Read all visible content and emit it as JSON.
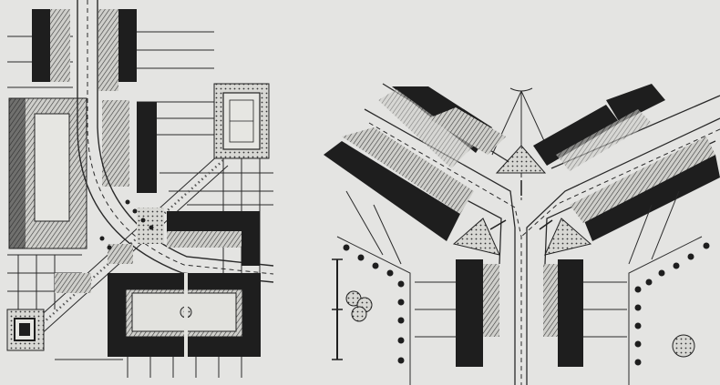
{
  "figure": {
    "panels": [
      {
        "id": "left-plan",
        "kind": "site-plan-curved-road"
      },
      {
        "id": "right-plan",
        "kind": "site-plan-y-junction"
      }
    ]
  },
  "palette": {
    "paper": "#e4e4e2",
    "ink": "#1c1c1c",
    "line": "#2a2a2a",
    "hatch": "#3a3a3a",
    "lightfill": "#d6d6d2",
    "building": "#1e1e1e"
  }
}
